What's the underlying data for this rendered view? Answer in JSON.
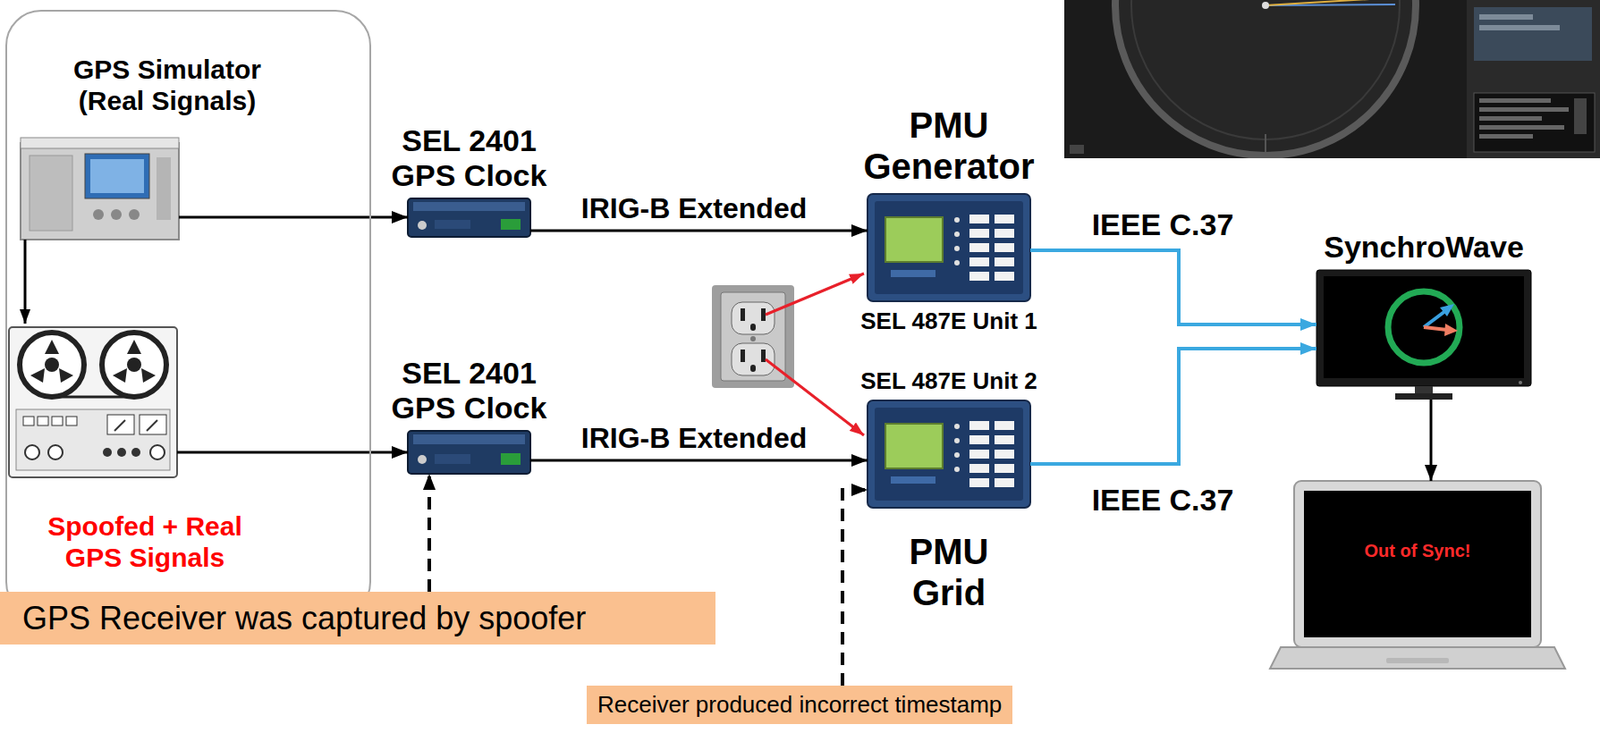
{
  "diagram": {
    "nodes": [
      {
        "text": [
          "GPS Simulator (Real Signals)",
          "Spoofed + Real GPS Signals"
        ]
      },
      {
        "text": [
          "SEL 2401 GPS Clock"
        ]
      },
      {
        "text": [
          "SEL 2401 GPS Clock"
        ]
      },
      {
        "text": [
          "PMU Generator",
          "SEL 487E Unit 1"
        ]
      },
      {
        "text": [
          "SEL 487E Unit 2",
          "PMU Grid"
        ]
      },
      {
        "text": [
          "SynchroWave"
        ]
      },
      {
        "text": [
          "Out of Sync!"
        ]
      },
      {
        "text": [
          "GPS Receiver was captured by spoofer"
        ]
      },
      {
        "text": [
          "Receiver produced incorrect timestamp"
        ]
      }
    ],
    "edges": [
      {
        "from": 0,
        "to": 1,
        "arrow": "to"
      },
      {
        "from": 0,
        "to": 2,
        "arrow": "to"
      },
      {
        "from": 1,
        "to": 3,
        "label": "IRIG-B Extended",
        "arrow": "to"
      },
      {
        "from": 2,
        "to": 4,
        "label": "IRIG-B Extended",
        "arrow": "to"
      },
      {
        "from": 3,
        "to": 5,
        "label": "IEEE C.37",
        "arrow": "to"
      },
      {
        "from": 4,
        "to": 5,
        "label": "IEEE C.37",
        "arrow": "to"
      },
      {
        "from": 5,
        "to": 6,
        "arrow": "to"
      },
      {
        "from": 7,
        "to": 2,
        "arrow": "to"
      },
      {
        "from": 8,
        "to": 4,
        "arrow": "to"
      }
    ]
  }
}
